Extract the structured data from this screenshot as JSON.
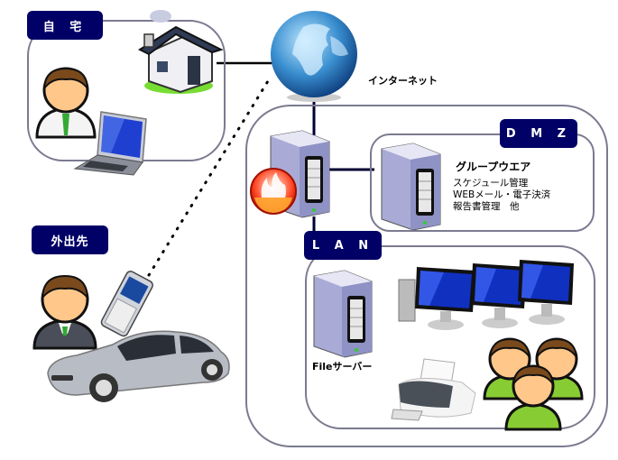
{
  "zones": {
    "home": {
      "label": "自 宅"
    },
    "outside": {
      "label": "外出先"
    },
    "dmz": {
      "label": "D M Z"
    },
    "lan": {
      "label": "L A N"
    }
  },
  "labels": {
    "internet": "インターネット",
    "groupware_title": "グループウエア",
    "groupware_features": [
      "スケジュール管理",
      "WEBメール・電子決済",
      "報告書管理　他"
    ],
    "file_server": "Fileサーバー"
  },
  "icons": {
    "home": "house-icon",
    "globe": "globe-icon",
    "firewall": "firewall-icon",
    "server": "server-icon",
    "laptop": "laptop-icon",
    "phone": "mobile-phone-icon",
    "car": "car-icon",
    "desktop": "desktop-pc-icon",
    "printer": "printer-icon",
    "user": "user-icon",
    "user_group": "user-group-icon"
  },
  "colors": {
    "label_bg": "#000066",
    "label_fg": "#ffffff",
    "zone_border": "#7a7a90",
    "line": "#000033"
  }
}
